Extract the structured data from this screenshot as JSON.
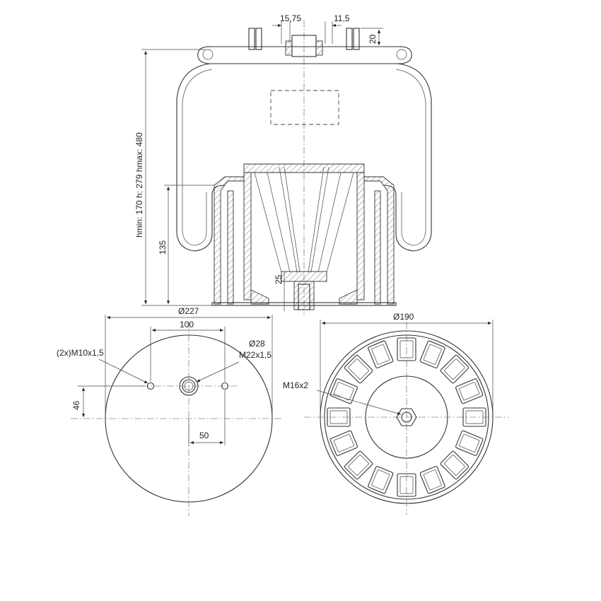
{
  "dimensions": {
    "top_left_width": "15,75",
    "top_right_width": "11,5",
    "top_height": "20",
    "height_range": "hmin: 170 h: 279 hmax: 480",
    "piston_height": "135",
    "insert_height": "25",
    "top_plate_diameter": "Ø227",
    "bolt_spacing": "100",
    "side_bolt_thread": "(2x)M10x1,5",
    "air_inlet_diameter": "Ø28",
    "air_inlet_thread": "M22x1,5",
    "offset_vertical": "46",
    "offset_horizontal": "50",
    "piston_diameter": "Ø190",
    "bottom_thread": "M16x2"
  },
  "colors": {
    "line": "#333333",
    "text": "#222222",
    "background": "#ffffff"
  }
}
